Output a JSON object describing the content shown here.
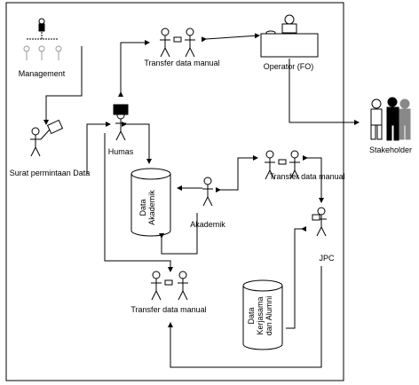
{
  "labels": {
    "management": "Management",
    "surat": "Surat permintaan  Data",
    "humas": "Humas",
    "transfer_top": "Transfer data manual",
    "operator": "Operator (FO)",
    "stakeholder": "Stakeholder",
    "transfer_mid": "Transfer data manual",
    "akademik": "Akademik",
    "jpc": "JPC",
    "transfer_bottom": "Transfer data manual",
    "db_akademik_line1": "Data",
    "db_akademik_line2": "Akademik",
    "db_kerjasama_line1": "Data",
    "db_kerjasama_line2": "Kerjasama",
    "db_kerjasama_line3": "dan Alumni"
  }
}
